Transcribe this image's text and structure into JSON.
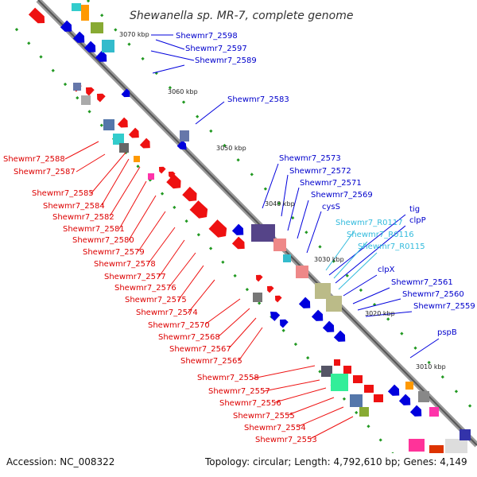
{
  "title": "Shewanella sp. MR-7, complete genome",
  "footer": {
    "accession": "Accession: NC_008322",
    "topology": "Topology: circular; Length: 4,792,610 bp; Genes: 4,149"
  },
  "ticks": [
    "3070 kbp",
    "3060 kbp",
    "3050 kbp",
    "3040 kbp",
    "3030 kbp",
    "3020 kbp",
    "3010 kbp"
  ],
  "labels_right": [
    {
      "text": "Shewmr7_2598",
      "color": "#0000cc"
    },
    {
      "text": "Shewmr7_2597",
      "color": "#0000cc"
    },
    {
      "text": "Shewmr7_2589",
      "color": "#0000cc"
    },
    {
      "text": "Shewmr7_2583",
      "color": "#0000cc"
    },
    {
      "text": "Shewmr7_2573",
      "color": "#0000cc"
    },
    {
      "text": "Shewmr7_2572",
      "color": "#0000cc"
    },
    {
      "text": "Shewmr7_2571",
      "color": "#0000cc"
    },
    {
      "text": "Shewmr7_2569",
      "color": "#0000cc"
    },
    {
      "text": "cysS",
      "color": "#0000cc"
    },
    {
      "text": "tig",
      "color": "#0000cc"
    },
    {
      "text": "Shewmr7_R0117",
      "color": "#33bbdd"
    },
    {
      "text": "clpP",
      "color": "#0000cc"
    },
    {
      "text": "Shewmr7_R0116",
      "color": "#33bbdd"
    },
    {
      "text": "Shewmr7_R0115",
      "color": "#33bbdd"
    },
    {
      "text": "clpX",
      "color": "#0000cc"
    },
    {
      "text": "Shewmr7_2561",
      "color": "#0000cc"
    },
    {
      "text": "Shewmr7_2560",
      "color": "#0000cc"
    },
    {
      "text": "Shewmr7_2559",
      "color": "#0000cc"
    },
    {
      "text": "pspB",
      "color": "#0000cc"
    }
  ],
  "labels_left": [
    {
      "text": "Shewmr7_2588",
      "color": "#dd0000"
    },
    {
      "text": "Shewmr7_2587",
      "color": "#dd0000"
    },
    {
      "text": "Shewmr7_2585",
      "color": "#dd0000"
    },
    {
      "text": "Shewmr7_2584",
      "color": "#dd0000"
    },
    {
      "text": "Shewmr7_2582",
      "color": "#dd0000"
    },
    {
      "text": "Shewmr7_2581",
      "color": "#dd0000"
    },
    {
      "text": "Shewmr7_2580",
      "color": "#dd0000"
    },
    {
      "text": "Shewmr7_2579",
      "color": "#dd0000"
    },
    {
      "text": "Shewmr7_2578",
      "color": "#dd0000"
    },
    {
      "text": "Shewmr7_2577",
      "color": "#dd0000"
    },
    {
      "text": "Shewmr7_2576",
      "color": "#dd0000"
    },
    {
      "text": "Shewmr7_2575",
      "color": "#dd0000"
    },
    {
      "text": "Shewmr7_2574",
      "color": "#dd0000"
    },
    {
      "text": "Shewmr7_2570",
      "color": "#dd0000"
    },
    {
      "text": "Shewmr7_2568",
      "color": "#dd0000"
    },
    {
      "text": "Shewmr7_2567",
      "color": "#dd0000"
    },
    {
      "text": "Shewmr7_2565",
      "color": "#dd0000"
    },
    {
      "text": "Shewmr7_2558",
      "color": "#dd0000"
    },
    {
      "text": "Shewmr7_2557",
      "color": "#dd0000"
    },
    {
      "text": "Shewmr7_2556",
      "color": "#dd0000"
    },
    {
      "text": "Shewmr7_2555",
      "color": "#dd0000"
    },
    {
      "text": "Shewmr7_2554",
      "color": "#dd0000"
    },
    {
      "text": "Shewmr7_2553",
      "color": "#dd0000"
    }
  ],
  "colors": {
    "backbone": "#888888",
    "reverse_strand": "#ee1111",
    "forward_strand": "#0000dd",
    "gc_dots": "#229922",
    "rna": "#33bbdd"
  }
}
